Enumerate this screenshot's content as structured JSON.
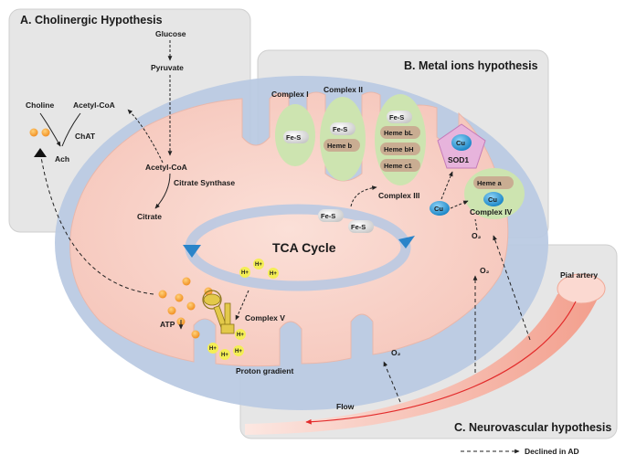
{
  "panels": {
    "cholinergic": "A. Cholinergic Hypothesis",
    "metal": "B. Metal ions hypothesis",
    "neurovascular": "C. Neurovascular hypothesis"
  },
  "cholinergic": {
    "glucose": "Glucose",
    "pyruvate": "Pyruvate",
    "choline": "Choline",
    "acetyl_coa_1": "Acetyl-CoA",
    "chat": "ChAT",
    "ach": "Ach",
    "acetyl_coa_2": "Acetyl-CoA",
    "citrate_synthase": "Citrate Synthase",
    "citrate": "Citrate"
  },
  "complexes": {
    "complex_i": "Complex I",
    "complex_ii": "Complex II",
    "complex_iii": "Complex III",
    "complex_iv": "Complex IV",
    "complex_v": "Complex V",
    "fes": "Fe-S",
    "heme_b": "Heme b",
    "heme_bl": "Heme bL",
    "heme_bh": "Heme bH",
    "heme_c1": "Heme c1",
    "heme_a": "Heme a",
    "cu": "Cu",
    "sod1": "SOD1"
  },
  "tca": {
    "label": "TCA Cycle",
    "fes": "Fe-S"
  },
  "atp": {
    "atp": "ATP",
    "hplus": "H+",
    "proton_gradient": "Proton gradient"
  },
  "vascular": {
    "o2": "O₂",
    "pial_artery": "Pial artery",
    "flow": "Flow"
  },
  "legend": {
    "declined": "Declined in AD"
  },
  "colors": {
    "panel_bg": "#e6e6e6",
    "membrane": "#b9c9e2",
    "matrix": "#f8d2c9",
    "complex": "#cde4b0",
    "heme": "#c9ad92",
    "copper": "#2a9bd8",
    "sod1": "#e7b4dc",
    "atp_synthase": "#e3c94a",
    "artery": "#f4a596"
  }
}
